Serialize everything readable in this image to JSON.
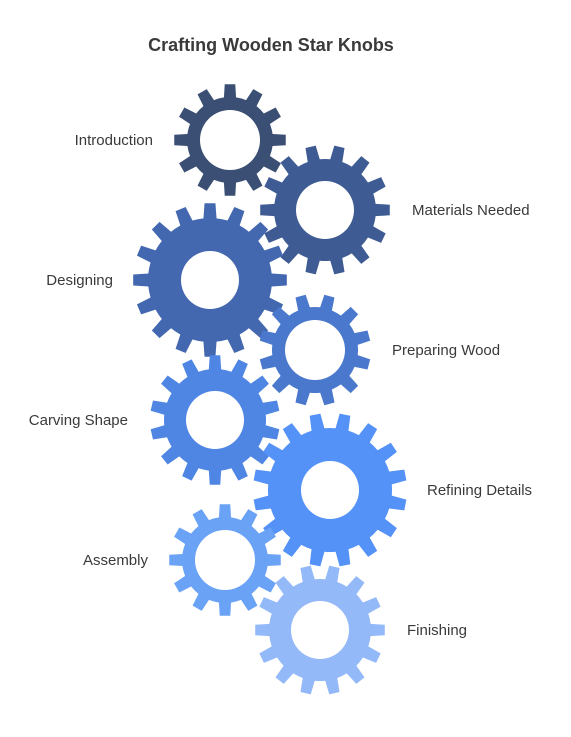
{
  "title": "Crafting Wooden Star Knobs",
  "steps": [
    {
      "label": "Introduction",
      "color": "#3a4f73",
      "side": "left",
      "size": "small"
    },
    {
      "label": "Materials Needed",
      "color": "#3e5c93",
      "side": "right",
      "size": "medium"
    },
    {
      "label": "Designing",
      "color": "#4468b0",
      "side": "left",
      "size": "large"
    },
    {
      "label": "Preparing Wood",
      "color": "#4a78cc",
      "side": "right",
      "size": "small"
    },
    {
      "label": "Carving Shape",
      "color": "#4f86e4",
      "side": "left",
      "size": "medium"
    },
    {
      "label": "Refining Details",
      "color": "#5492f8",
      "side": "right",
      "size": "large"
    },
    {
      "label": "Assembly",
      "color": "#6aa3f5",
      "side": "left",
      "size": "small"
    },
    {
      "label": "Finishing",
      "color": "#93b9f8",
      "side": "right",
      "size": "medium"
    }
  ]
}
